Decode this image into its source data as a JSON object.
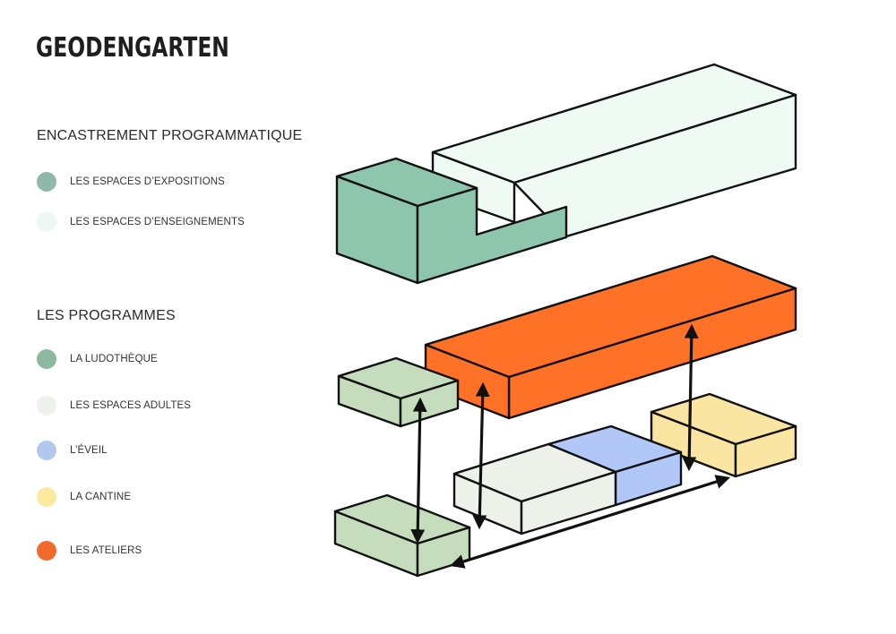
{
  "title": "GEODENGARTEN",
  "sections": [
    {
      "heading": "ENCASTREMENT PROGRAMMATIQUE",
      "items": [
        {
          "label": "LES ESPACES D’EXPOSITIONS",
          "color": "#8fb8a8"
        },
        {
          "label": "LES ESPACES D’ENSEIGNEMENTS",
          "color": "#eef8f2"
        }
      ]
    },
    {
      "heading": "LES PROGRAMMES",
      "items": [
        {
          "label": "LA LUDOTHÈQUE",
          "color": "#8fb8a0"
        },
        {
          "label": "LES ESPACES ADULTES",
          "color": "#eef0ea"
        },
        {
          "label": "L’ÉVEIL",
          "color": "#b3c8ef"
        },
        {
          "label": "LA CANTINE",
          "color": "#fbeaa0"
        },
        {
          "label": "LES ATELIERS",
          "color": "#f26b2d"
        }
      ]
    }
  ],
  "colors": {
    "expositions": "#8ec5ad",
    "enseignements": "#eefaf3",
    "ludotheque": "#c6ddbd",
    "adultes": "#eef1ea",
    "eveil": "#b0c7f7",
    "cantine": "#fbe5a3",
    "ateliers": "#ff7126",
    "outline": "#111111"
  }
}
